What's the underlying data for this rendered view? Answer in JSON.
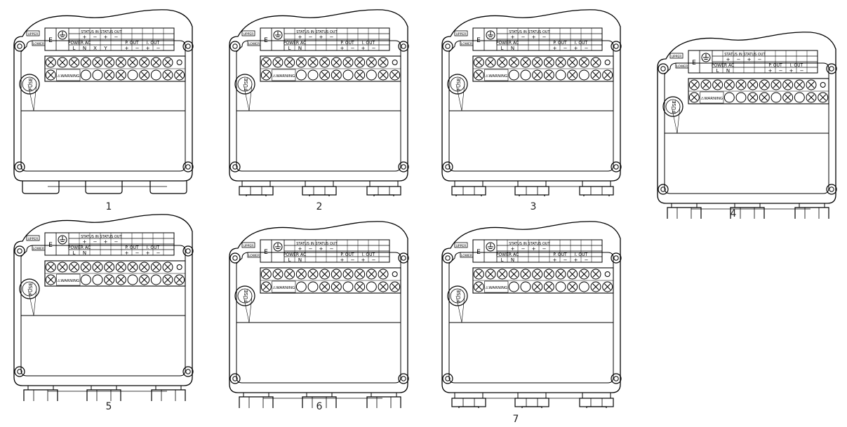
{
  "labels": {
    "upper": "UPPER",
    "lower": "LOWER",
    "earth": "E",
    "status_in": "STATUS IN",
    "status_out": "STATUS OUT",
    "power_ac": "POWER AC",
    "p_out": "P. OUT",
    "i_out": "I. OUT",
    "plus": "+",
    "minus": "−",
    "l": "L",
    "n": "N",
    "x": "X",
    "y": "Y",
    "warning": "⚠WARNING",
    "fuse": "FUSE"
  },
  "figures": [
    {
      "number": "1",
      "gland": "flat",
      "lower_row_labels": [
        "L",
        "N",
        "X",
        "Y"
      ]
    },
    {
      "number": "2",
      "gland": "cable"
    },
    {
      "number": "3",
      "gland": "cable-round"
    },
    {
      "number": "4",
      "gland": "nut"
    },
    {
      "number": "5",
      "gland": "nut"
    },
    {
      "number": "6",
      "gland": "nut"
    },
    {
      "number": "7",
      "gland": "cable"
    }
  ]
}
